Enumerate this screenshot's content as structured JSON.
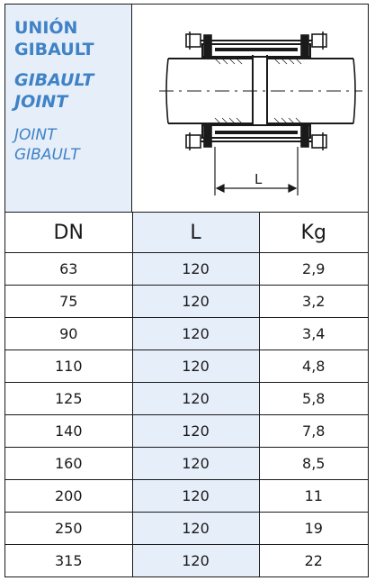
{
  "title": {
    "es": [
      "UNIÓN",
      "GIBAULT"
    ],
    "en": [
      "GIBAULT",
      "JOINT"
    ],
    "fr": [
      "JOINT",
      "GIBAULT"
    ]
  },
  "drawing": {
    "dimension_label": "L"
  },
  "table": {
    "headers": [
      "DN",
      "L",
      "Kg"
    ],
    "rows": [
      [
        "63",
        "120",
        "2,9"
      ],
      [
        "75",
        "120",
        "3,2"
      ],
      [
        "90",
        "120",
        "3,4"
      ],
      [
        "110",
        "120",
        "4,8"
      ],
      [
        "125",
        "120",
        "5,8"
      ],
      [
        "140",
        "120",
        "7,8"
      ],
      [
        "160",
        "120",
        "8,5"
      ],
      [
        "200",
        "120",
        "11"
      ],
      [
        "250",
        "120",
        "19"
      ],
      [
        "315",
        "120",
        "22"
      ]
    ]
  }
}
